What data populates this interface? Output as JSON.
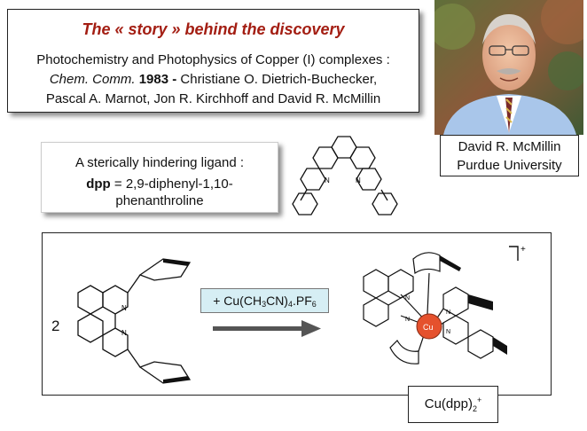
{
  "story": {
    "title": "The « story » behind the discovery",
    "line1": "Photochemistry and Photophysics of Copper (I) complexes :",
    "journal": "Chem. Comm.",
    "year": "1983 -",
    "authors1": "Christiane O. Dietrich-Buchecker,",
    "authors2": "Pascal A. Marnot, Jon R. Kirchhoff and David R. McMillin"
  },
  "portrait": {
    "name": "David R. McMillin",
    "affiliation": "Purdue University"
  },
  "ligand": {
    "label": "A sterically hindering ligand :",
    "abbrev": "dpp",
    "definition": "= 2,9-diphenyl-1,10-",
    "definition2": "phenanthroline"
  },
  "scheme": {
    "coefficient": "2",
    "reagent_prefix": "+ Cu(CH",
    "reagent_sub1": "3",
    "reagent_mid": "CN)",
    "reagent_sub2": "4",
    "reagent_suffix": ".PF",
    "reagent_sub3": "6",
    "metal_label": "Cu",
    "charge": "+",
    "product_name": "Cu(dpp)",
    "product_sub": "2",
    "product_sup": "+"
  },
  "colors": {
    "title": "#a31d12",
    "reagent_bg": "#d6eef4",
    "copper": "#e5512d"
  }
}
